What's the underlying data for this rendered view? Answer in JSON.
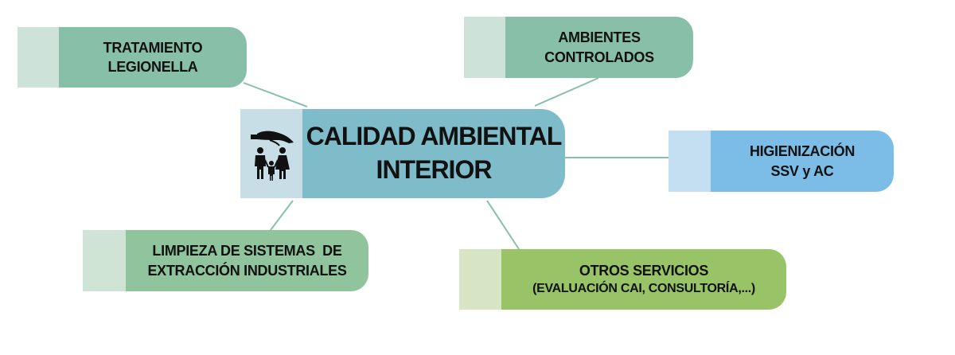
{
  "diagram": {
    "center": {
      "lines": [
        "CALIDAD AMBIENTAL",
        "INTERIOR"
      ],
      "icon": "family-protection-icon"
    },
    "nodes": {
      "legionella": {
        "lines": [
          "TRATAMIENTO",
          "LEGIONELLA"
        ]
      },
      "ambientes": {
        "lines": [
          "AMBIENTES",
          "CONTROLADOS"
        ]
      },
      "higienizacion": {
        "lines": [
          "HIGIENIZACIÓN",
          "SSV y AC"
        ]
      },
      "limpieza": {
        "lines": [
          "LIMPIEZA DE SISTEMAS  DE",
          "EXTRACCIÓN INDUSTRIALES"
        ]
      },
      "otros": {
        "lines": [
          "OTROS SERVICIOS",
          "(EVALUACIÓN CAI, CONSULTORÍA,...)"
        ]
      }
    },
    "colors": {
      "connector": "#88bfa8",
      "center_fill": "#7fbcc9",
      "center_tab": "#c7dee6",
      "teal_fill": "#88bfa8",
      "teal_tab": "#cde3d9",
      "blue_fill": "#7bbde6",
      "blue_tab": "#c4dff2",
      "green_fill": "#8fc49d",
      "green_tab": "#cfe4d4",
      "lime_fill": "#98c366",
      "lime_tab": "#d6e6c4"
    }
  }
}
